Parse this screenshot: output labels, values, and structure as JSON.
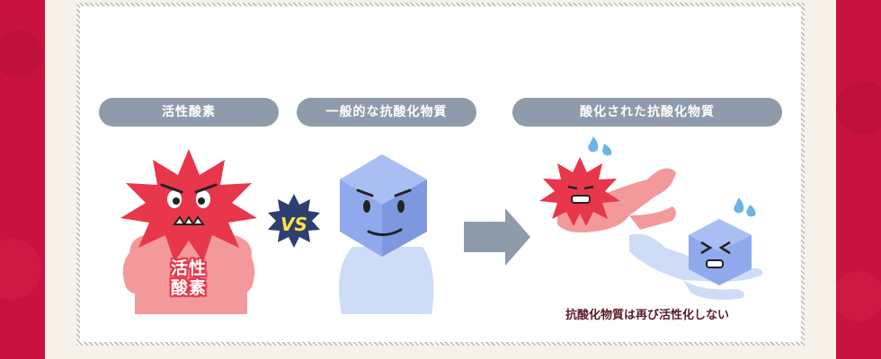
{
  "labels": {
    "free_radical": "活性酸素",
    "antioxidant": "一般的な抗酸化物質",
    "oxidized_antioxidant": "酸化された抗酸化物質"
  },
  "characters": {
    "radical_body_text_line1": "活性",
    "radical_body_text_line2": "酸素",
    "vs": "VS"
  },
  "caption": "抗酸化物質は再び活性化しない",
  "colors": {
    "background": "#c8123f",
    "pill": "#8f9aaa",
    "radical_red": "#e8364a",
    "radical_body": "#f3999c",
    "cube_blue": "#8fa9ec",
    "cube_body": "#cfdcf8",
    "vs_badge": "#2d3f6e",
    "vs_text": "#ffe14a",
    "arrow": "#8f9aaa"
  },
  "icons": [
    "vs-badge-icon",
    "right-arrow-icon",
    "sweat-drop-icon"
  ]
}
